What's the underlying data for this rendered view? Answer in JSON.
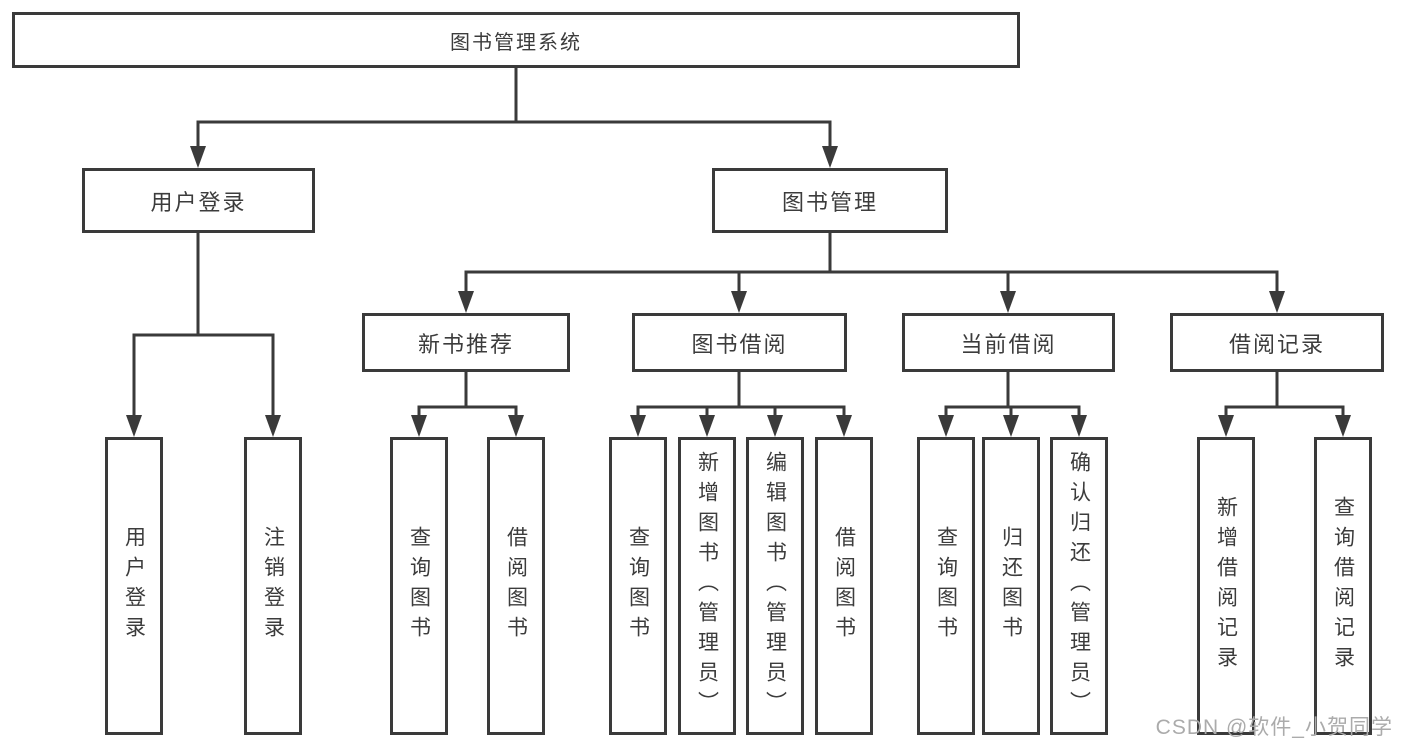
{
  "diagram": {
    "tree": {
      "label": "图书管理系统",
      "children": [
        {
          "label": "用户登录",
          "children": [
            {
              "label": "用户登录"
            },
            {
              "label": "注销登录"
            }
          ]
        },
        {
          "label": "图书管理",
          "children": [
            {
              "label": "新书推荐",
              "children": [
                {
                  "label": "查询图书"
                },
                {
                  "label": "借阅图书"
                }
              ]
            },
            {
              "label": "图书借阅",
              "children": [
                {
                  "label": "查询图书"
                },
                {
                  "label": "新增图书（管理员）"
                },
                {
                  "label": "编辑图书（管理员）"
                },
                {
                  "label": "借阅图书"
                }
              ]
            },
            {
              "label": "当前借阅",
              "children": [
                {
                  "label": "查询图书"
                },
                {
                  "label": "归还图书"
                },
                {
                  "label": "确认归还（管理员）"
                }
              ]
            },
            {
              "label": "借阅记录",
              "children": [
                {
                  "label": "新增借阅记录"
                },
                {
                  "label": "查询借阅记录"
                }
              ]
            }
          ]
        }
      ]
    },
    "colors": {
      "line": "#3a3a3a",
      "text": "#3c3c3c",
      "watermark": "#ababab",
      "background": "#ffffff"
    }
  },
  "watermark": {
    "text": "CSDN @软件_小贺同学"
  }
}
